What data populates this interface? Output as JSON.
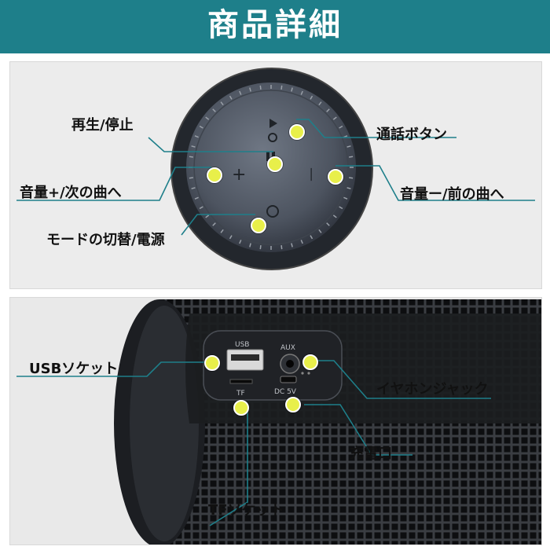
{
  "header": {
    "title": "商品詳細"
  },
  "top_labels": {
    "play_pause": "再生/停止",
    "volume_up_next": "音量+/次の曲へ",
    "mode_power": "モードの切替/電源",
    "call_button": "通話ボタン",
    "volume_down_prev": "音量ー/前の曲へ"
  },
  "bottom_labels": {
    "usb_socket": "USBソケット",
    "earphone_jack": "イヤホンジャック",
    "charge_port": "充電口",
    "tf_socket": "TFソケット"
  },
  "device_markings": {
    "usb": "USB",
    "aux": "AUX",
    "tf": "TF",
    "dc": "DC  5V",
    "plus": "+",
    "minus": "—"
  },
  "colors": {
    "header": "#1e7f8a",
    "leader_line": "#1e7f8a",
    "marker": "#e8ef4a"
  }
}
